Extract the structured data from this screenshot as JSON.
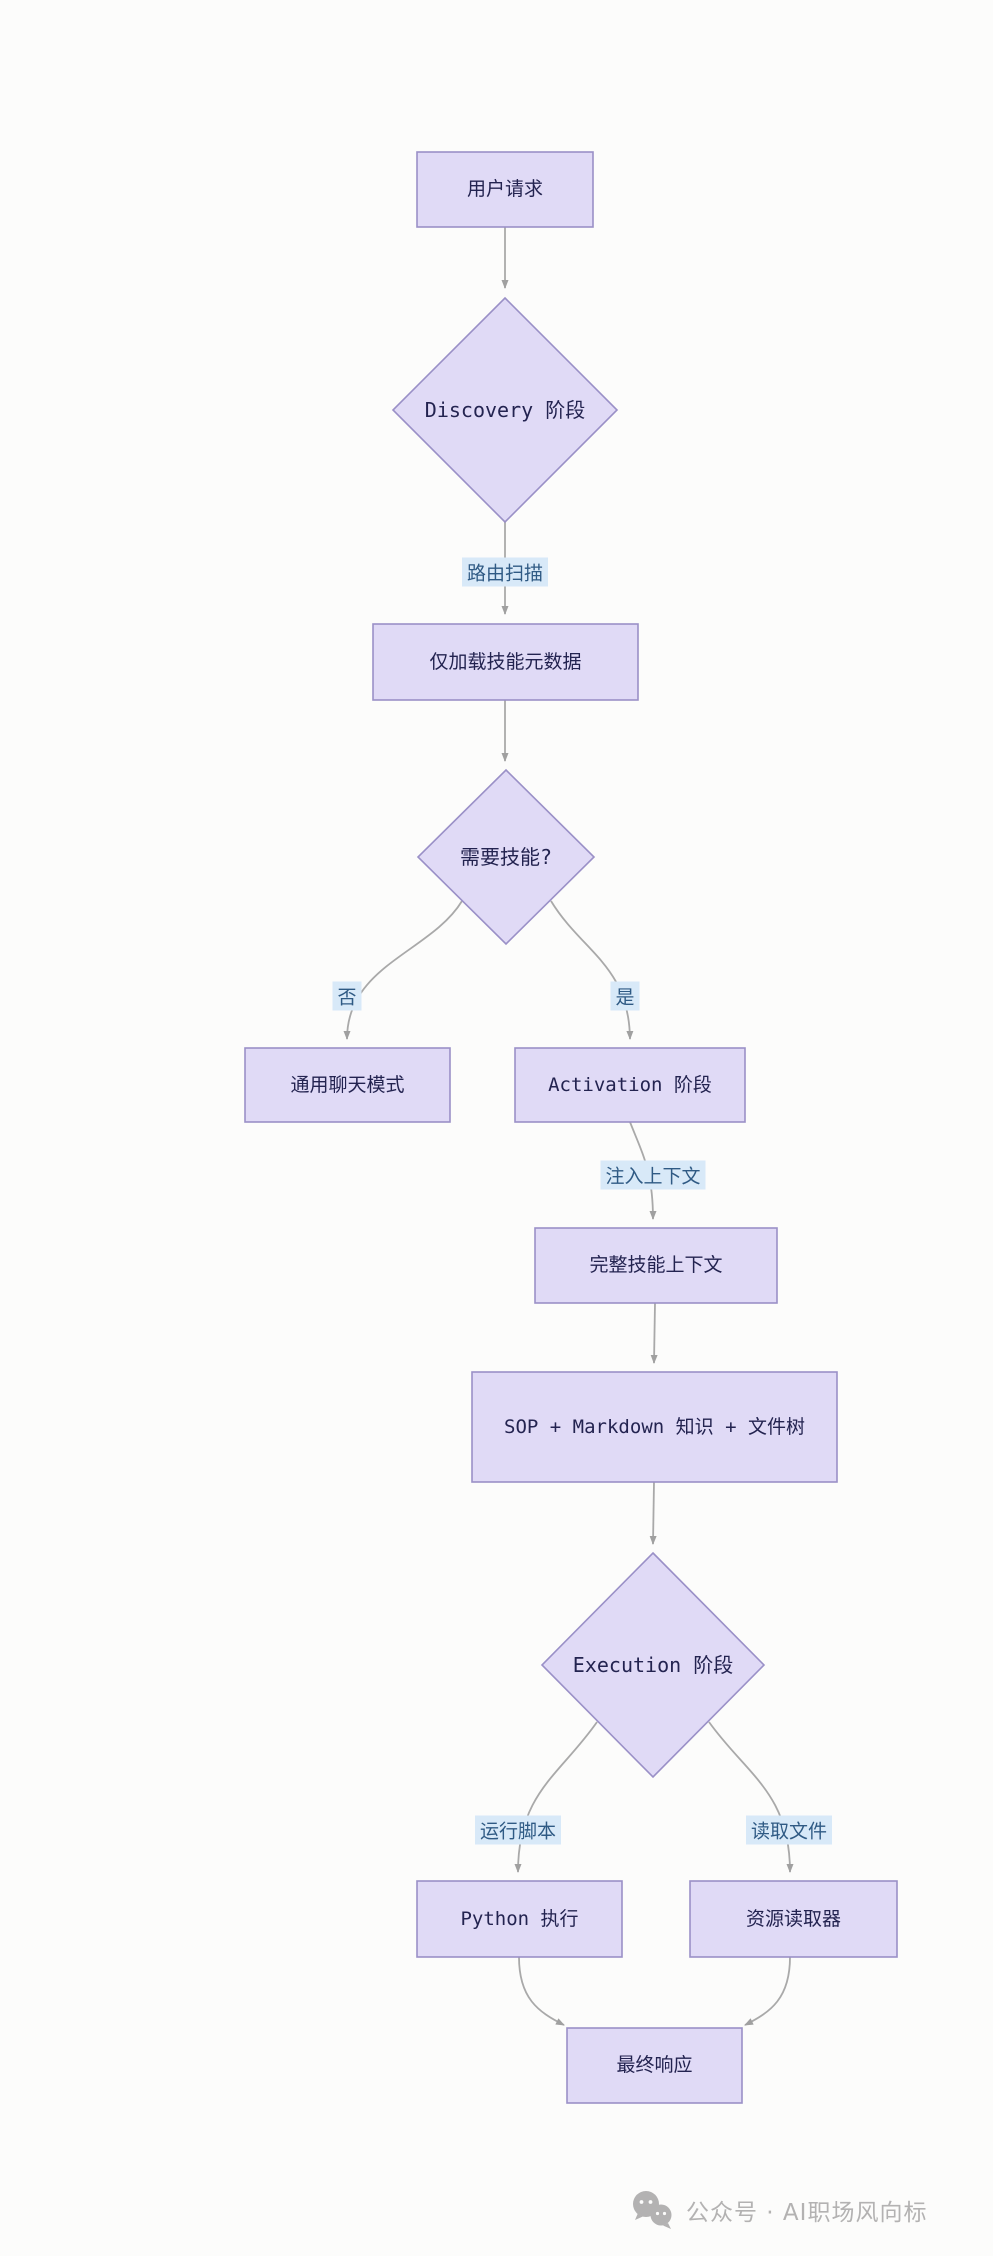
{
  "diagram": {
    "type": "flowchart",
    "direction": "top-down",
    "nodes": {
      "user_request": {
        "label": "用户请求",
        "shape": "rect"
      },
      "discovery": {
        "label": "Discovery 阶段",
        "shape": "diamond"
      },
      "load_metadata": {
        "label": "仅加载技能元数据",
        "shape": "rect"
      },
      "need_skill": {
        "label": "需要技能?",
        "shape": "diamond"
      },
      "general_chat": {
        "label": "通用聊天模式",
        "shape": "rect"
      },
      "activation": {
        "label": "Activation 阶段",
        "shape": "rect"
      },
      "full_context": {
        "label": "完整技能上下文",
        "shape": "rect"
      },
      "sop_tree": {
        "label": "SOP + Markdown 知识 + 文件树",
        "shape": "rect"
      },
      "execution": {
        "label": "Execution 阶段",
        "shape": "diamond"
      },
      "python_exec": {
        "label": "Python 执行",
        "shape": "rect"
      },
      "resource_reader": {
        "label": "资源读取器",
        "shape": "rect"
      },
      "final_response": {
        "label": "最终响应",
        "shape": "rect"
      }
    },
    "edge_labels": {
      "route_scan": "路由扫描",
      "no": "否",
      "yes": "是",
      "inject_context": "注入上下文",
      "run_script": "运行脚本",
      "read_file": "读取文件"
    },
    "edges": [
      {
        "from": "user_request",
        "to": "discovery",
        "label": ""
      },
      {
        "from": "discovery",
        "to": "load_metadata",
        "label": "路由扫描"
      },
      {
        "from": "load_metadata",
        "to": "need_skill",
        "label": ""
      },
      {
        "from": "need_skill",
        "to": "general_chat",
        "label": "否"
      },
      {
        "from": "need_skill",
        "to": "activation",
        "label": "是"
      },
      {
        "from": "activation",
        "to": "full_context",
        "label": "注入上下文"
      },
      {
        "from": "full_context",
        "to": "sop_tree",
        "label": ""
      },
      {
        "from": "sop_tree",
        "to": "execution",
        "label": ""
      },
      {
        "from": "execution",
        "to": "python_exec",
        "label": "运行脚本"
      },
      {
        "from": "execution",
        "to": "resource_reader",
        "label": "读取文件"
      },
      {
        "from": "python_exec",
        "to": "final_response",
        "label": ""
      },
      {
        "from": "resource_reader",
        "to": "final_response",
        "label": ""
      }
    ],
    "colors": {
      "node_fill": "#e0daf6",
      "node_border": "#9a90c7",
      "node_text": "#232350",
      "edge_line": "#a9a9a9",
      "edge_label_bg": "#d8e9f8",
      "edge_label_text": "#2f5a84",
      "background": "#fcfcfb",
      "footer_gray": "#b3b2b2"
    }
  },
  "footer": {
    "text": "公众号 · AI职场风向标",
    "icon": "wechat-icon"
  }
}
